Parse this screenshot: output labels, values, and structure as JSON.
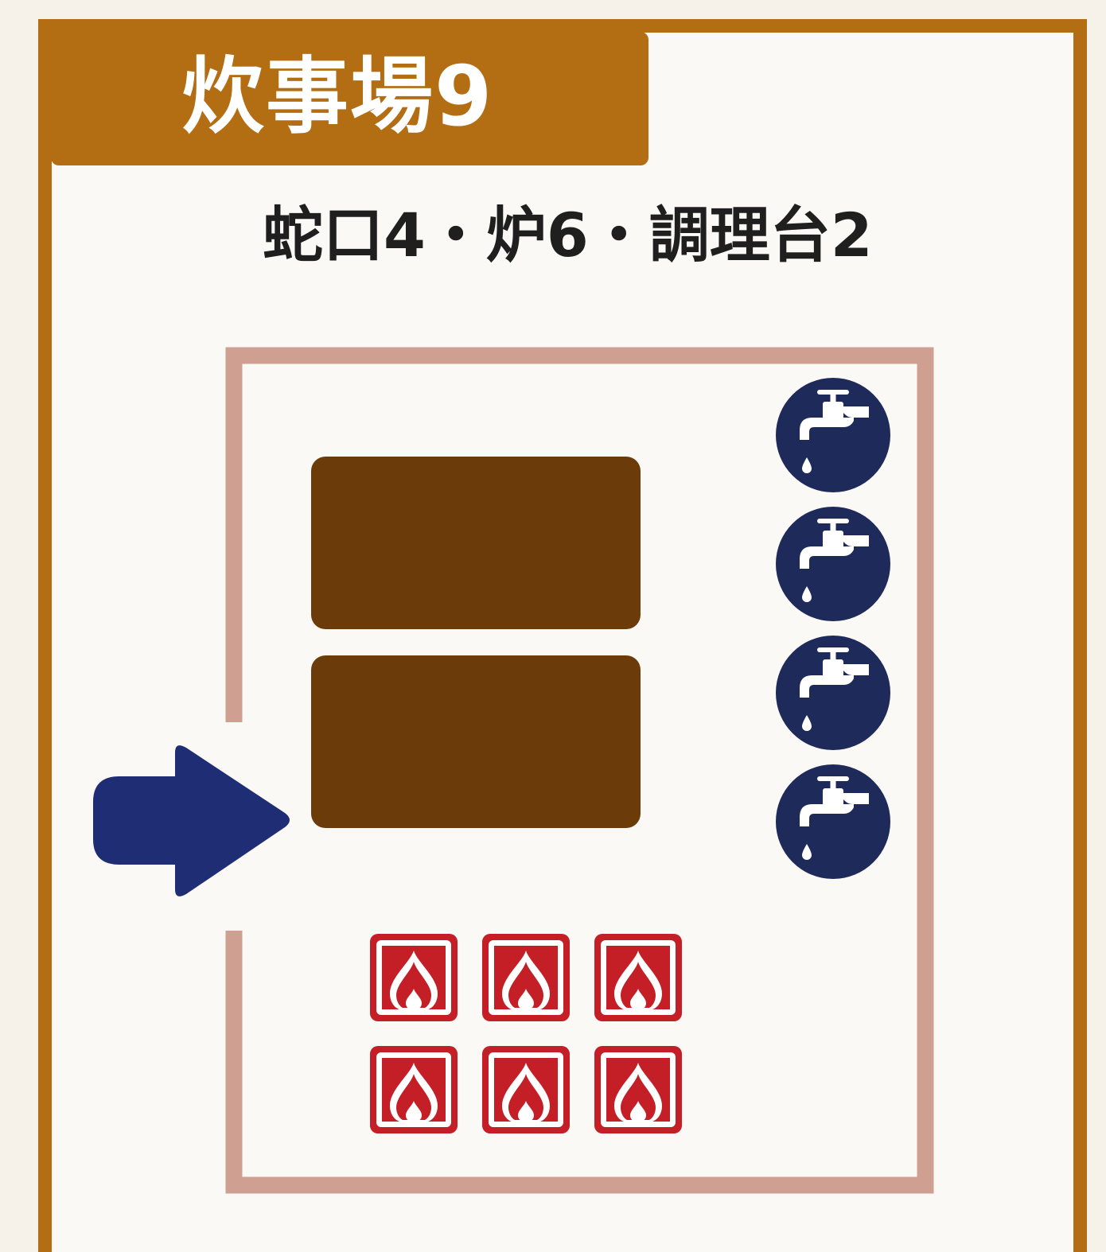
{
  "title": "炊事場9",
  "facilities": {
    "summary": "蛇口4・炉6・調理台2",
    "faucet_count": 4,
    "stove_count": 6,
    "counter_count": 2
  },
  "colors": {
    "frame": "#b36e14",
    "room_wall": "#cfa092",
    "counter": "#6b3c0a",
    "faucet_bg": "#1e2a5a",
    "stove_red": "#c41e26",
    "arrow": "#1f2d74"
  },
  "icons": {
    "entrance": "arrow-right-icon",
    "faucet": "faucet-icon",
    "stove": "fire-icon"
  }
}
